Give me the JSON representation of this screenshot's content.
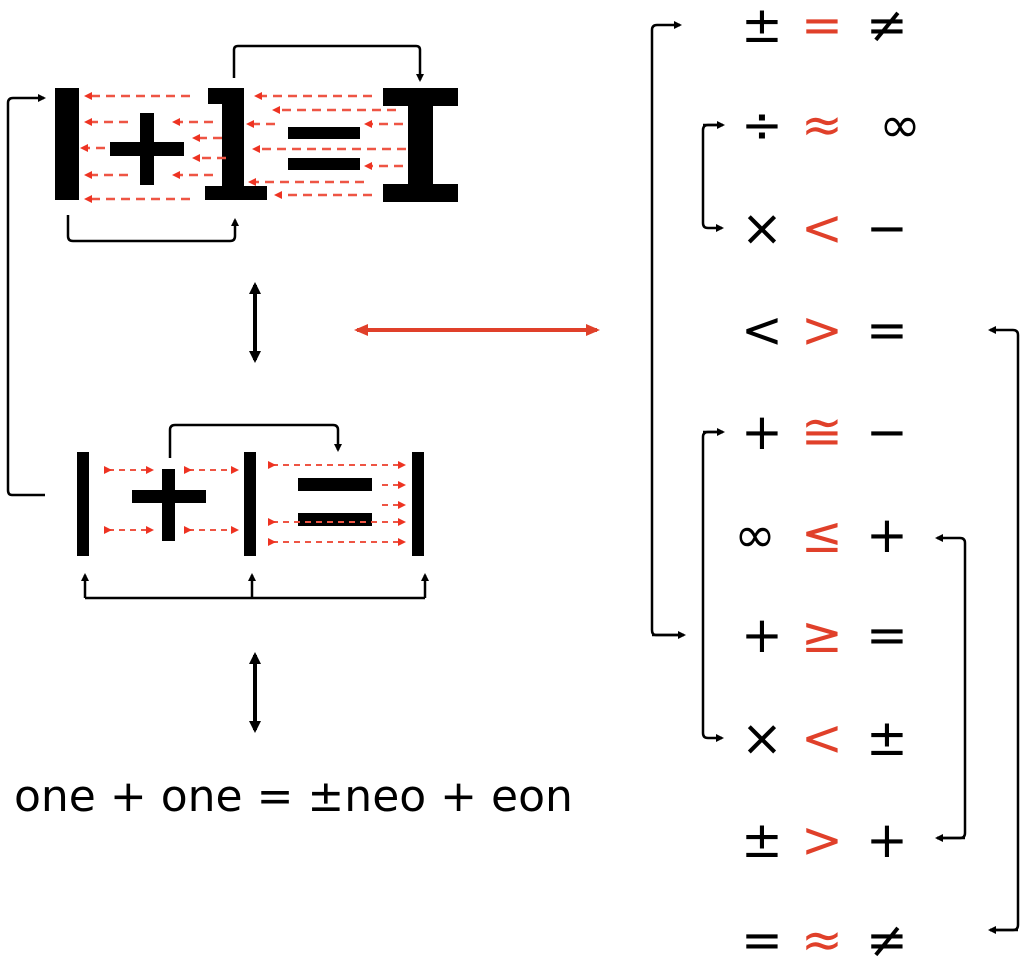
{
  "colors": {
    "black": "#000000",
    "red": "#e0402a",
    "dashed_red": "#ee5544"
  },
  "equation_caption": "one + one = ±neo + eon",
  "top_glyphs": {
    "one_a": "1",
    "plus": "+",
    "one_b": "1",
    "equals": "=",
    "result": "I"
  },
  "bottom_glyphs": {
    "bar_a": "|",
    "plus": "+",
    "bar_b": "|",
    "equals": "=",
    "bar_c": "|"
  },
  "symbol_rows": [
    {
      "left": "±",
      "middle": "=",
      "right": "≠"
    },
    {
      "left": "÷",
      "middle": "≈",
      "right": "∞"
    },
    {
      "left": "×",
      "middle": "<",
      "right": "−"
    },
    {
      "left": "<",
      "middle": ">",
      "right": "="
    },
    {
      "left": "+",
      "middle": "≅",
      "right": "−"
    },
    {
      "left": "∞",
      "middle": "≤",
      "right": "+"
    },
    {
      "left": "+",
      "middle": "≥",
      "right": "="
    },
    {
      "left": "×",
      "middle": "<",
      "right": "±"
    },
    {
      "left": "±",
      "middle": ">",
      "right": "+"
    },
    {
      "left": "=",
      "middle": "≈",
      "right": "≠"
    }
  ]
}
